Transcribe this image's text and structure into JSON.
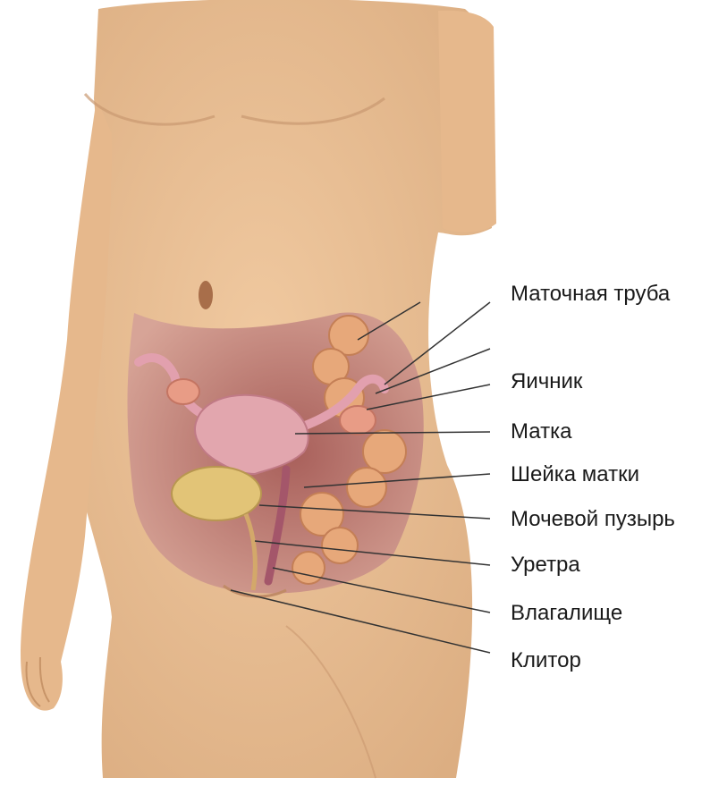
{
  "labels": [
    "Маточная труба",
    "Яичник",
    "Матка",
    "Шейка матки",
    "Мочевой пузырь",
    "Уретра",
    "Влагалище",
    "Клитор"
  ],
  "colors": {
    "skin": "#eac196",
    "skin_shadow": "#d8a77a",
    "cavity": "#c98a82",
    "uterus": "#e2a6ae",
    "ovary": "#e89c86",
    "bladder": "#e2c477",
    "intestine": "#e7a87a",
    "leader_line": "#333333",
    "text": "#1a1a1a"
  }
}
